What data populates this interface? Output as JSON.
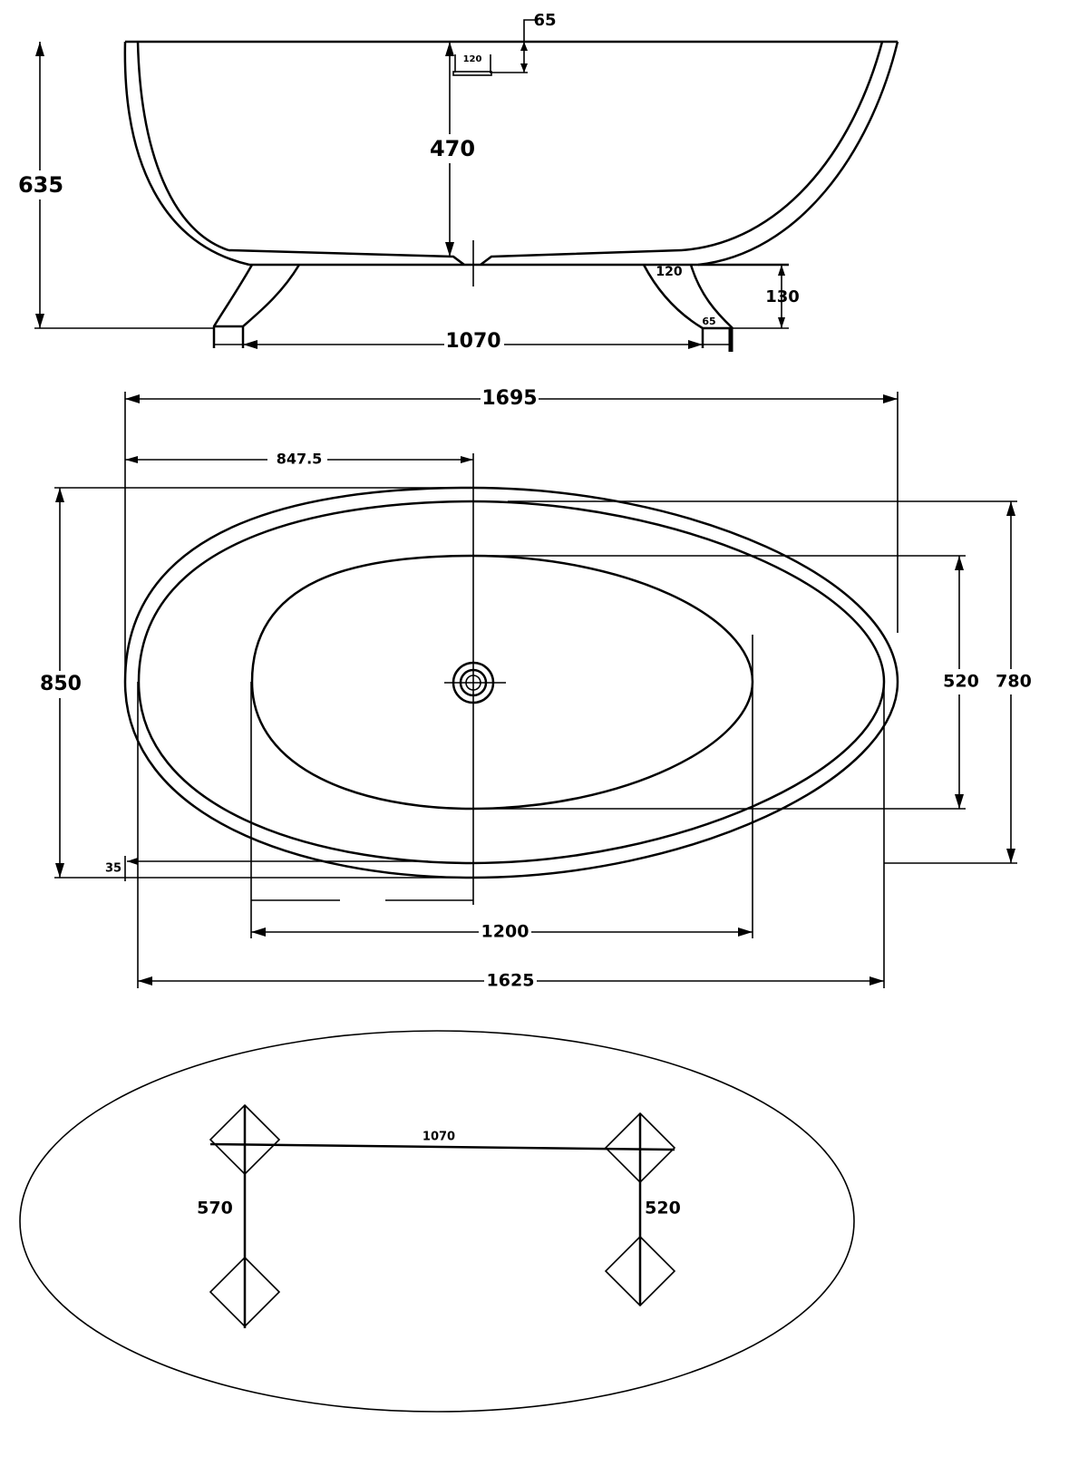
{
  "side_view": {
    "overflow_offset": "65",
    "overflow_width": "120",
    "inner_depth": "470",
    "total_height": "635",
    "leg_top_width": "120",
    "leg_height": "130",
    "leg_bottom_width": "65",
    "leg_spacing": "1070"
  },
  "top_view": {
    "overall_length": "1695",
    "drain_offset": "847.5",
    "overall_width": "850",
    "basin_width": "520",
    "rim_width": "780",
    "rim_inset": "35",
    "basin_length": "1200",
    "rim_length": "1625"
  },
  "base_view": {
    "leg_spacing": "1070",
    "left_leg_span": "570",
    "right_leg_span": "520"
  }
}
